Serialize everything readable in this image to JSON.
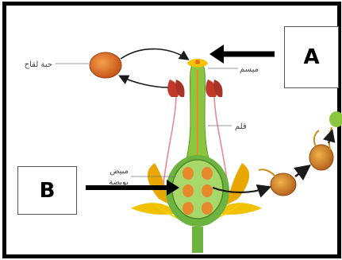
{
  "labels": {
    "pollen_grain": "حبة لقاح",
    "stigma": "ميسم",
    "style": "قلم",
    "ovule_line1": "مبيض",
    "ovule_line2": "بويضة"
  },
  "callouts": {
    "a": "A",
    "b": "B"
  },
  "colors": {
    "stem": "#6db33f",
    "ovary": "#8cc63f",
    "ovule": "#e8892b",
    "pollen": "#e0711f",
    "petal": "#f2c200",
    "anther": "#c0392b",
    "arrow": "#1a1a1a"
  }
}
